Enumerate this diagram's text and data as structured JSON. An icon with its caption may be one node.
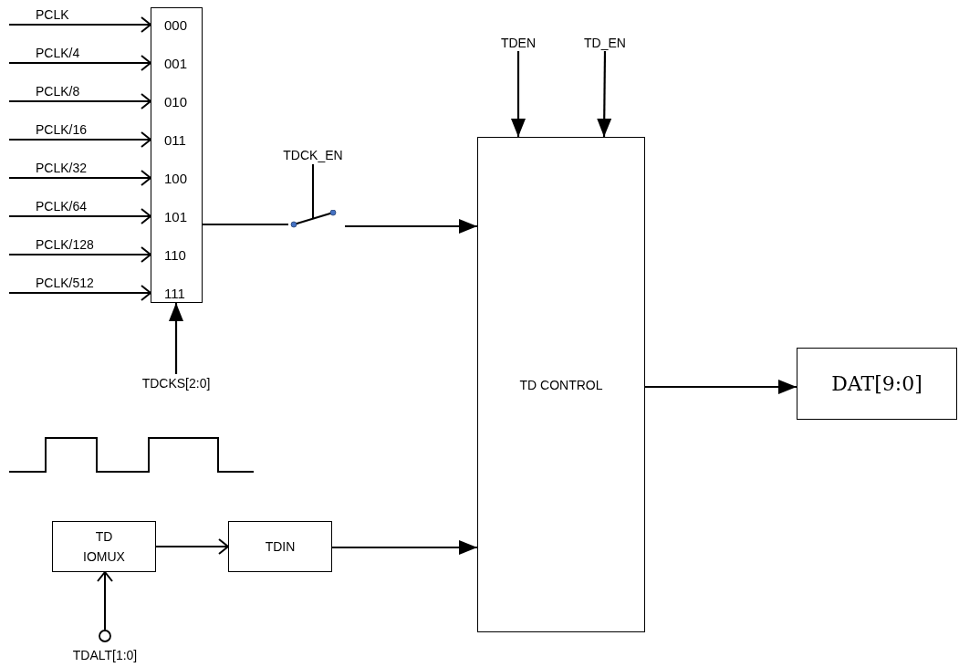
{
  "diagram": {
    "nodes": [
      {
        "text": [
          "TDEN"
        ]
      },
      {
        "text": [
          "TD_EN"
        ]
      },
      {
        "text": [
          "000",
          "001",
          "010",
          "011",
          "100",
          "101",
          "110",
          "111"
        ]
      },
      {
        "text": [
          "TDCK_EN"
        ]
      },
      {
        "text": [],
        "shape": "switch"
      },
      {
        "text": [
          "TD CONTROL"
        ]
      },
      {
        "text": [
          "DAT[9:0]"
        ]
      },
      {
        "text": [
          "TDCKS[2:0]"
        ]
      },
      {
        "text": [
          "TD IOMUX"
        ]
      },
      {
        "text": [
          "TDIN"
        ]
      },
      {
        "text": [],
        "shape": "circle",
        "beside": [
          "TDALT[1:0]"
        ]
      }
    ],
    "edges": [
      {
        "from": null,
        "to": 2,
        "arrow": "to",
        "label": "PCLK"
      },
      {
        "from": null,
        "to": 2,
        "arrow": "to",
        "label": "PCLK/4"
      },
      {
        "from": null,
        "to": 2,
        "arrow": "to",
        "label": "PCLK/8"
      },
      {
        "from": null,
        "to": 2,
        "arrow": "to",
        "label": "PCLK/16"
      },
      {
        "from": null,
        "to": 2,
        "arrow": "to",
        "label": "PCLK/32"
      },
      {
        "from": null,
        "to": 2,
        "arrow": "to",
        "label": "PCLK/64"
      },
      {
        "from": null,
        "to": 2,
        "arrow": "to",
        "label": "PCLK/128"
      },
      {
        "from": null,
        "to": 2,
        "arrow": "to",
        "label": "PCLK/512"
      },
      {
        "from": 7,
        "to": 2,
        "arrow": "to"
      },
      {
        "from": 2,
        "to": 4,
        "arrow": "none"
      },
      {
        "from": 3,
        "to": 4,
        "arrow": "none"
      },
      {
        "from": 4,
        "to": 5,
        "arrow": "to"
      },
      {
        "from": 0,
        "to": 5,
        "arrow": "to"
      },
      {
        "from": 1,
        "to": 5,
        "arrow": "to"
      },
      {
        "from": 5,
        "to": 6,
        "arrow": "to"
      },
      {
        "from": 8,
        "to": 9,
        "arrow": "to"
      },
      {
        "from": 9,
        "to": 5,
        "arrow": "to"
      },
      {
        "from": 10,
        "to": 8,
        "arrow": "to"
      }
    ]
  }
}
